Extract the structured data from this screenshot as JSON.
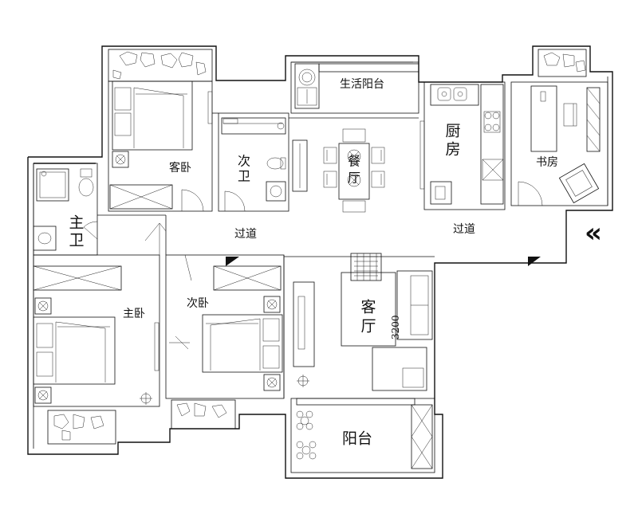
{
  "rooms": {
    "guest_bedroom": "客卧",
    "second_bath_1": "次",
    "second_bath_2": "卫",
    "utility_balcony": "生活阳台",
    "dining_1": "餐",
    "dining_2": "厅",
    "kitchen_1": "厨",
    "kitchen_2": "房",
    "study": "书房",
    "master_bath_1": "主",
    "master_bath_2": "卫",
    "corridor_left": "过道",
    "corridor_right": "过道",
    "master_bedroom": "主卧",
    "second_bedroom": "次卧",
    "living_1": "客",
    "living_2": "厅",
    "balcony": "阳台"
  },
  "dimension": "3200",
  "entrance": "«"
}
